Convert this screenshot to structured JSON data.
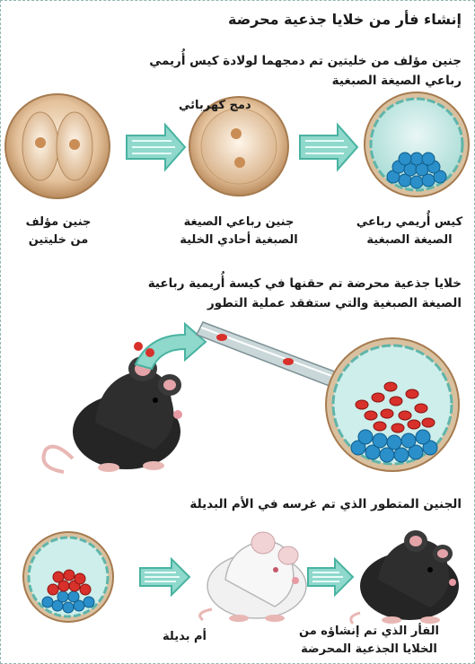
{
  "title": "إنشاء فأر من خلايا جذعية محرضة",
  "section1": {
    "heading_line1": "جنين مؤلف من خليتين تم دمجهما لولادة كيس أُريمي",
    "heading_line2": "رباعي الصيغة الصبغية",
    "fusion_label": "دمج كهربائي",
    "label_two_cell_line1": "جنين مؤلف",
    "label_two_cell_line2": "من خليتين",
    "label_tetraploid_line1": "جنين رباعي الصيغة",
    "label_tetraploid_line2": "الصبغية أحادي الخلية",
    "label_blastocyst_line1": "كيس أُريمي رباعي",
    "label_blastocyst_line2": "الصيغة الصبغية"
  },
  "section2": {
    "heading_line1": "خلايا جذعية محرضة تم حقنها في كيسة أُريمية رباعية",
    "heading_line2": "الصيغة الصبغية والتي ستفقد عملية التطور",
    "caption": "الجنين المتطور الذي تم غرسه في الأم البديلة"
  },
  "section3": {
    "label_created_line1": "الفأر الذي تم إنشاؤه من",
    "label_created_line2": "الخلايا الجذعية المحرضة",
    "label_surrogate": "أم بديلة"
  },
  "colors": {
    "arrow": "#58c2b1",
    "blue_cells": "#2b8fc9",
    "red_cells": "#d8302b",
    "egg": "#e6c8a4",
    "blastocyst_bg": "#bfe6e3"
  }
}
